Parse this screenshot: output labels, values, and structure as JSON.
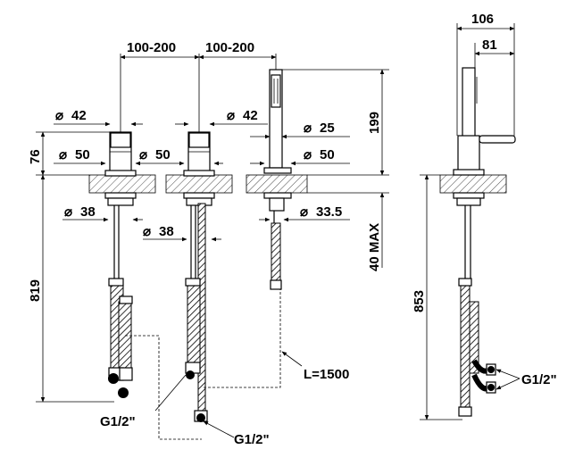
{
  "dimensions": {
    "spacing_left": "100-200",
    "spacing_right": "100-200",
    "dia_42_left": "42",
    "dia_42_mid": "42",
    "dia_50_left": "50",
    "dia_50_mid": "50",
    "dia_50_right": "50",
    "dia_25": "25",
    "dia_38_left": "38",
    "dia_38_mid": "38",
    "dia_33_5": "33.5",
    "height_76": "76",
    "height_819": "819",
    "height_199": "199",
    "max_40": "40 MAX",
    "height_853": "853",
    "width_106": "106",
    "width_81": "81",
    "hose_length": "L=1500",
    "thread_left": "G1/2\"",
    "thread_mid": "G1/2\"",
    "thread_side": "G1/2\""
  },
  "symbols": {
    "diameter": "⌀"
  }
}
